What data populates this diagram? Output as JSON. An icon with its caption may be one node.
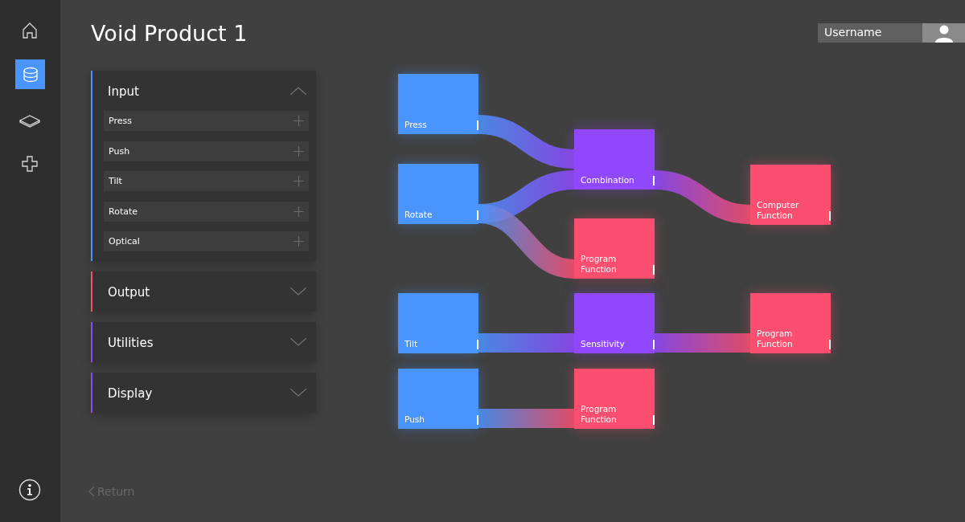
{
  "diagram": {
    "title": "Void Product 1",
    "nodes": [
      {
        "text": [
          "Input"
        ]
      },
      {
        "text": [
          "Press"
        ],
        "in": 0
      },
      {
        "text": [
          "Push"
        ],
        "in": 0
      },
      {
        "text": [
          "Tilt"
        ],
        "in": 0
      },
      {
        "text": [
          "Rotate"
        ],
        "in": 0
      },
      {
        "text": [
          "Optical"
        ],
        "in": 0
      },
      {
        "text": [
          "Output"
        ]
      },
      {
        "text": [
          "Utilities"
        ]
      },
      {
        "text": [
          "Display"
        ]
      },
      {
        "text": [
          "Press"
        ]
      },
      {
        "text": [
          "Rotate"
        ]
      },
      {
        "text": [
          "Combination"
        ]
      },
      {
        "text": [
          "Program Function"
        ]
      },
      {
        "text": [
          "Computer Function"
        ]
      },
      {
        "text": [
          "Tilt"
        ]
      },
      {
        "text": [
          "Sensitivity"
        ]
      },
      {
        "text": [
          "Program Function"
        ]
      },
      {
        "text": [
          "Push"
        ]
      },
      {
        "text": [
          "Program Function"
        ]
      },
      {
        "text": [
          "Username"
        ]
      }
    ],
    "edges": [
      {
        "from": 9,
        "to": 11,
        "arrow": "none"
      },
      {
        "from": 10,
        "to": 11,
        "arrow": "none"
      },
      {
        "from": 10,
        "to": 12,
        "arrow": "none"
      },
      {
        "from": 11,
        "to": 13,
        "arrow": "none"
      },
      {
        "from": 14,
        "to": 15,
        "arrow": "none"
      },
      {
        "from": 15,
        "to": 16,
        "arrow": "none"
      },
      {
        "from": 17,
        "to": 18,
        "arrow": "none"
      }
    ],
    "labels": [
      "Return"
    ]
  }
}
